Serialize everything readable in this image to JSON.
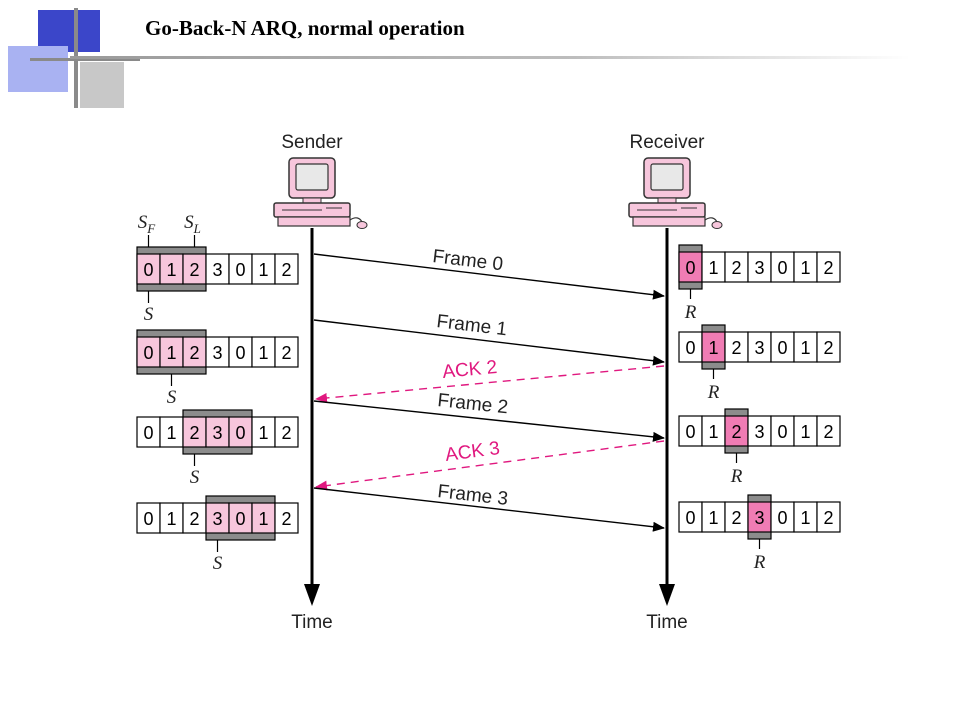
{
  "title": "Go-Back-N ARQ, normal operation",
  "colors": {
    "ack": "#e0187f",
    "highlight": "#f7c6dc",
    "window": "#8c8c8c",
    "receiver_cell": "#f07cb4",
    "deco_blue": "#3b46c9",
    "deco_lightblue": "#a9b2f2"
  },
  "nodes": {
    "sender": {
      "label": "Sender",
      "icon": "computer-icon"
    },
    "receiver": {
      "label": "Receiver",
      "icon": "computer-icon"
    }
  },
  "time_label": "Time",
  "sequence_numbers": [
    "0",
    "1",
    "2",
    "3",
    "0",
    "1",
    "2"
  ],
  "pointer_labels": {
    "sf": "S",
    "sf_sub": "F",
    "sl": "S",
    "sl_sub": "L",
    "s": "S",
    "r": "R"
  },
  "sender_states": [
    {
      "window_start": 0,
      "window_end": 2,
      "s_index": 0,
      "highlighted": [
        0,
        1,
        2
      ]
    },
    {
      "window_start": 0,
      "window_end": 2,
      "s_index": 1,
      "highlighted": [
        0,
        1,
        2
      ]
    },
    {
      "window_start": 2,
      "window_end": 4,
      "s_index": 2,
      "highlighted": [
        2,
        3,
        4
      ]
    },
    {
      "window_start": 3,
      "window_end": 5,
      "s_index": 3,
      "highlighted": [
        3,
        4,
        5
      ]
    }
  ],
  "receiver_states": [
    {
      "r_index": 0
    },
    {
      "r_index": 1
    },
    {
      "r_index": 2
    },
    {
      "r_index": 3
    }
  ],
  "messages": [
    {
      "label": "Frame 0",
      "type": "frame"
    },
    {
      "label": "Frame 1",
      "type": "frame"
    },
    {
      "label": "ACK 2",
      "type": "ack"
    },
    {
      "label": "Frame 2",
      "type": "frame"
    },
    {
      "label": "ACK 3",
      "type": "ack"
    },
    {
      "label": "Frame 3",
      "type": "frame"
    }
  ]
}
